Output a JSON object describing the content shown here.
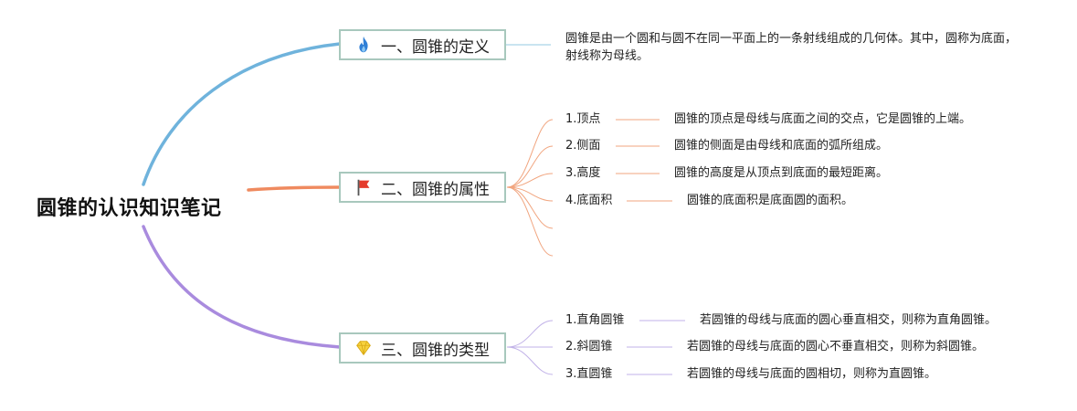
{
  "root": {
    "title": "圆锥的认识知识笔记"
  },
  "branches": [
    {
      "title": "一、圆锥的定义",
      "icon": "flame-icon",
      "color": "#6fb3dc",
      "description": "圆锥是由一个圆和与圆不在同一平面上的一条射线组成的几何体。其中，圆称为底面，射线称为母线。"
    },
    {
      "title": "二、圆锥的属性",
      "icon": "flag-icon",
      "color": "#ef8a5f",
      "items": [
        {
          "label": "1.顶点",
          "text": "圆锥的顶点是母线与底面之间的交点，它是圆锥的上端。"
        },
        {
          "label": "2.侧面",
          "text": "圆锥的侧面是由母线和底面的弧所组成。"
        },
        {
          "label": "3.高度",
          "text": "圆锥的高度是从顶点到底面的最短距离。"
        },
        {
          "label": "4.底面积",
          "text": "圆锥的底面积是底面圆的面积。"
        }
      ]
    },
    {
      "title": "三、圆锥的类型",
      "icon": "diamond-icon",
      "color": "#a98bde",
      "items": [
        {
          "label": "1.直角圆锥",
          "text": "若圆锥的母线与底面的圆心垂直相交，则称为直角圆锥。"
        },
        {
          "label": "2.斜圆锥",
          "text": "若圆锥的母线与底面的圆心不垂直相交，则称为斜圆锥。"
        },
        {
          "label": "3.直圆锥",
          "text": "若圆锥的母线与底面的圆相切，则称为直圆锥。"
        }
      ]
    }
  ]
}
